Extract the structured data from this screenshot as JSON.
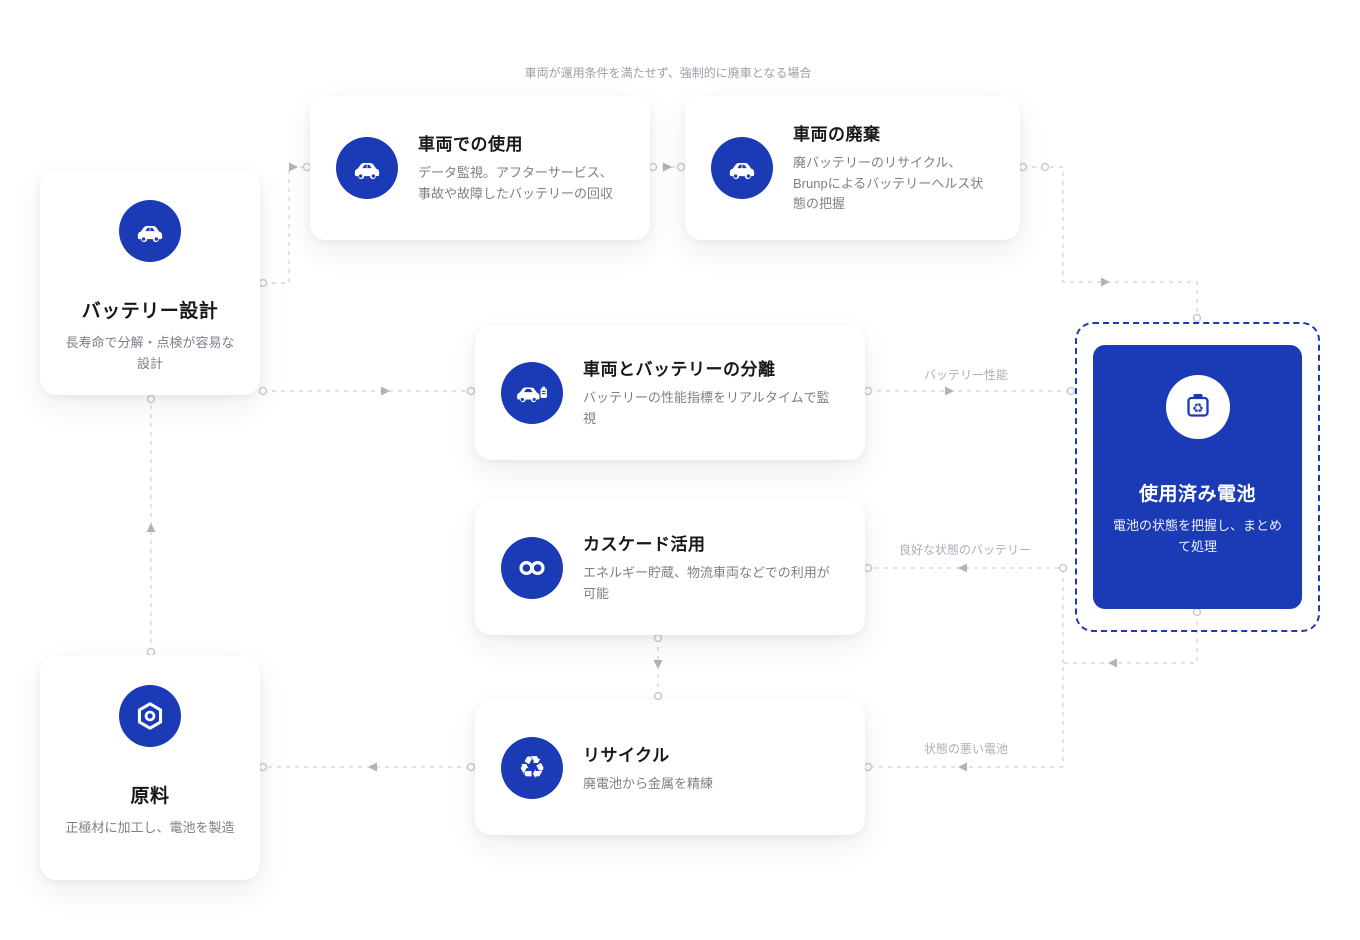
{
  "accent": "#1b3ab5",
  "annotation_top": "車両が運用条件を満たせず、強制的に廃車となる場合",
  "icons": {
    "recycle_glyph": "♻"
  },
  "cards": {
    "vehicle_use": {
      "icon": "car-icon",
      "title": "車両での使用",
      "body": "データ監視。アフターサービス、事故や故障したバッテリーの回収"
    },
    "vehicle_disposal": {
      "icon": "car-icon",
      "title": "車両の廃棄",
      "body": "廃バッテリーのリサイクル、Brunpによるバッテリーヘルス状態の把握"
    },
    "battery_design": {
      "icon": "car-icon",
      "title": "バッテリー設計",
      "body": "長寿命で分解・点検が容易な設計"
    },
    "separation": {
      "icon": "car-battery-icon",
      "title": "車両とバッテリーの分離",
      "body": "バッテリーの性能指標をリアルタイムで監視"
    },
    "cascade": {
      "icon": "infinity-icon",
      "title": "カスケード活用",
      "body": "エネルギー貯蔵、物流車両などでの利用が可能"
    },
    "recycle": {
      "icon": "recycle-icon",
      "title": "リサイクル",
      "body": "廃電池から金属を精練"
    },
    "raw_material": {
      "icon": "hexagon-nut-icon",
      "title": "原料",
      "body": "正極材に加工し、電池を製造"
    },
    "used_battery": {
      "icon": "battery-recycle-icon",
      "title": "使用済み電池",
      "body": "電池の状態を把握し、まとめて処理"
    }
  },
  "edge_labels": {
    "battery_performance": "バッテリー性能",
    "good_battery": "良好な状態のバッテリー",
    "bad_battery": "状態の悪い電池"
  }
}
